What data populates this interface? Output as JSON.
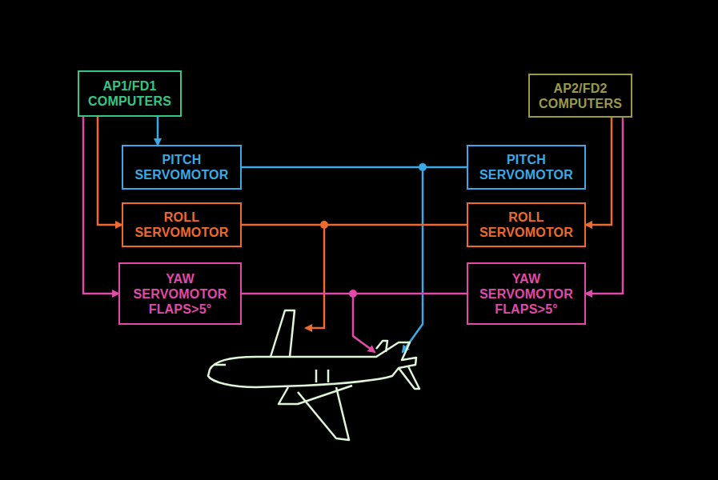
{
  "diagram": {
    "nodes": [
      {
        "text": [
          "AP1/FD1 COMPUTERS"
        ]
      },
      {
        "text": [
          "AP2/FD2 COMPUTERS"
        ]
      },
      {
        "text": [
          "PITCH SERVOMOTOR"
        ]
      },
      {
        "text": [
          "ROLL SERVOMOTOR"
        ]
      },
      {
        "text": [
          "YAW SERVOMOTOR FLAPS>5°"
        ]
      },
      {
        "text": [
          "PITCH SERVOMOTOR"
        ]
      },
      {
        "text": [
          "ROLL SERVOMOTOR"
        ]
      },
      {
        "text": [
          "YAW SERVOMOTOR FLAPS>5°"
        ]
      }
    ],
    "edges": [
      {
        "from": 0,
        "to": 2,
        "arrow": "to"
      },
      {
        "from": 0,
        "to": 3,
        "arrow": "to"
      },
      {
        "from": 0,
        "to": 4,
        "arrow": "to"
      },
      {
        "from": 1,
        "to": 6,
        "arrow": "to"
      },
      {
        "from": 1,
        "to": 7,
        "arrow": "to"
      },
      {
        "from": 2,
        "to": 5,
        "arrow": "none"
      },
      {
        "from": 3,
        "to": 6,
        "arrow": "none"
      },
      {
        "from": 4,
        "to": 7,
        "arrow": "none"
      }
    ]
  }
}
